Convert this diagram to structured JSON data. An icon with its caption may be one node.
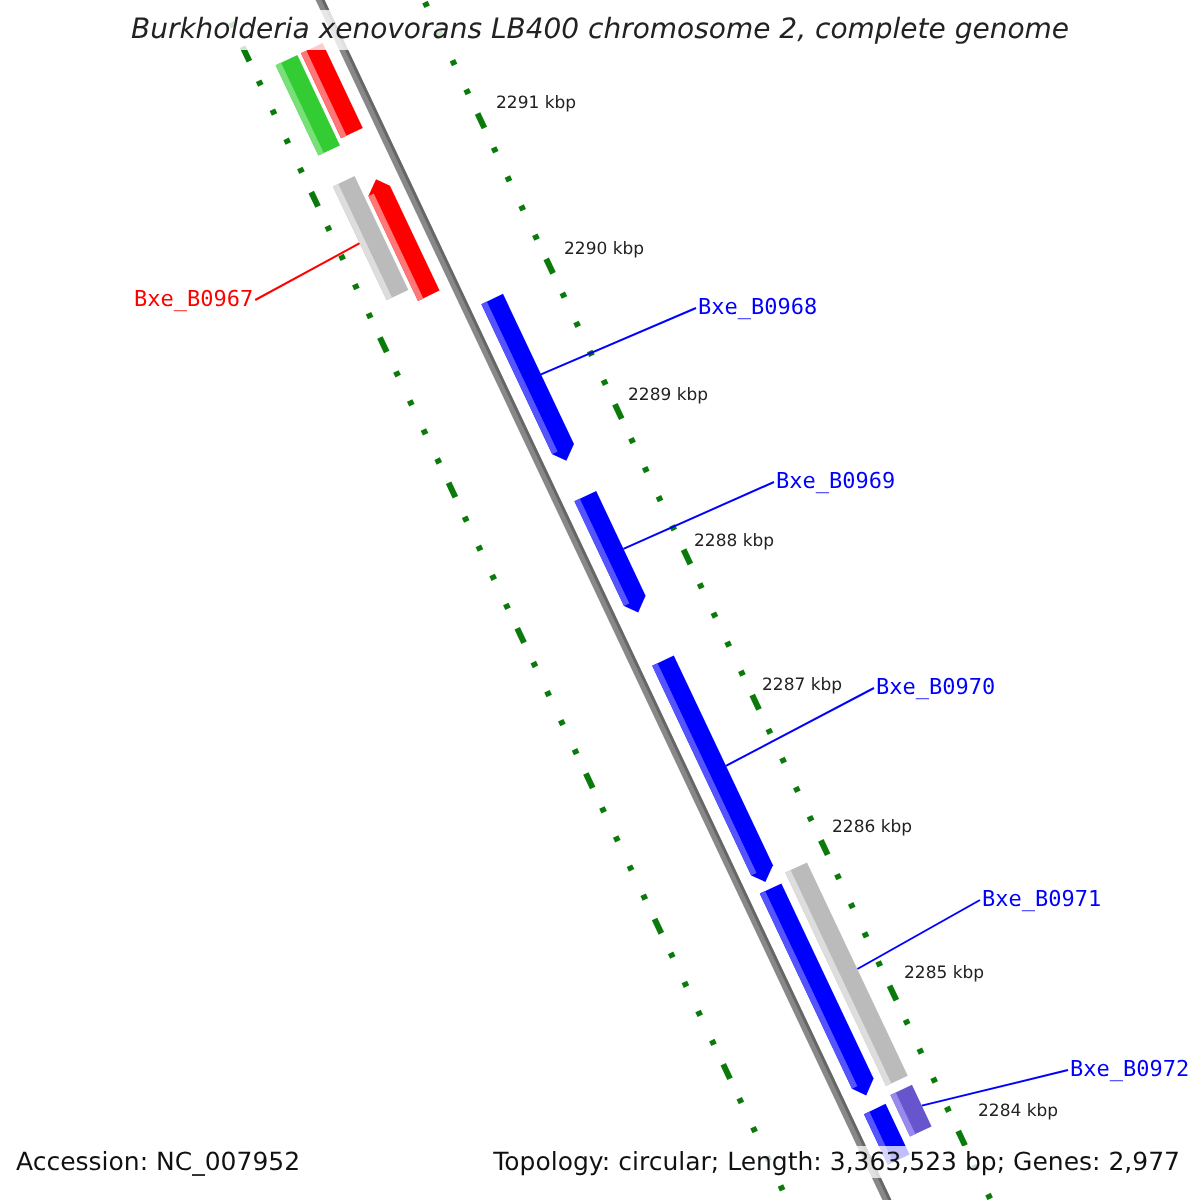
{
  "diagram": {
    "title": "Burkholderia xenovorans LB400 chromosome 2, complete genome",
    "nodes": [
      {
        "text": [
          "Bxe_B0967"
        ]
      },
      {
        "text": [
          "Bxe_B0968"
        ]
      },
      {
        "text": [
          "Bxe_B0969"
        ]
      },
      {
        "text": [
          "Bxe_B0970"
        ]
      },
      {
        "text": [
          "Bxe_B0971"
        ]
      },
      {
        "text": [
          "Bxe_B0972"
        ]
      },
      {
        "text": [],
        "shape": "bar"
      },
      {
        "text": [],
        "shape": "bar"
      },
      {
        "text": [],
        "shape": "bar"
      },
      {
        "text": [],
        "shape": "bar"
      },
      {
        "text": [],
        "shape": "bar"
      },
      {
        "text": [],
        "shape": "bar"
      },
      {
        "text": [],
        "shape": "bar"
      },
      {
        "text": [],
        "shape": "bar"
      },
      {
        "text": [],
        "shape": "bar"
      },
      {
        "text": [],
        "shape": "bar"
      },
      {
        "text": [],
        "shape": "bar"
      }
    ],
    "edges": [
      {
        "from": 0,
        "to": 8,
        "arrow": "none",
        "color": "#ff0000"
      },
      {
        "from": 1,
        "to": 10,
        "arrow": "none"
      },
      {
        "from": 2,
        "to": 11,
        "arrow": "none"
      },
      {
        "from": 3,
        "to": 12,
        "arrow": "none"
      },
      {
        "from": 4,
        "to": 14,
        "arrow": "none"
      },
      {
        "from": 5,
        "to": 16,
        "arrow": "none"
      }
    ],
    "labels": [
      "2291 kbp",
      "2290 kbp",
      "2289 kbp",
      "2288 kbp",
      "2287 kbp",
      "2286 kbp",
      "2285 kbp",
      "2284 kbp",
      "Accession: NC_007952",
      "Topology: circular; Length: 3,363,523 bp; Genes: 2,977"
    ]
  }
}
